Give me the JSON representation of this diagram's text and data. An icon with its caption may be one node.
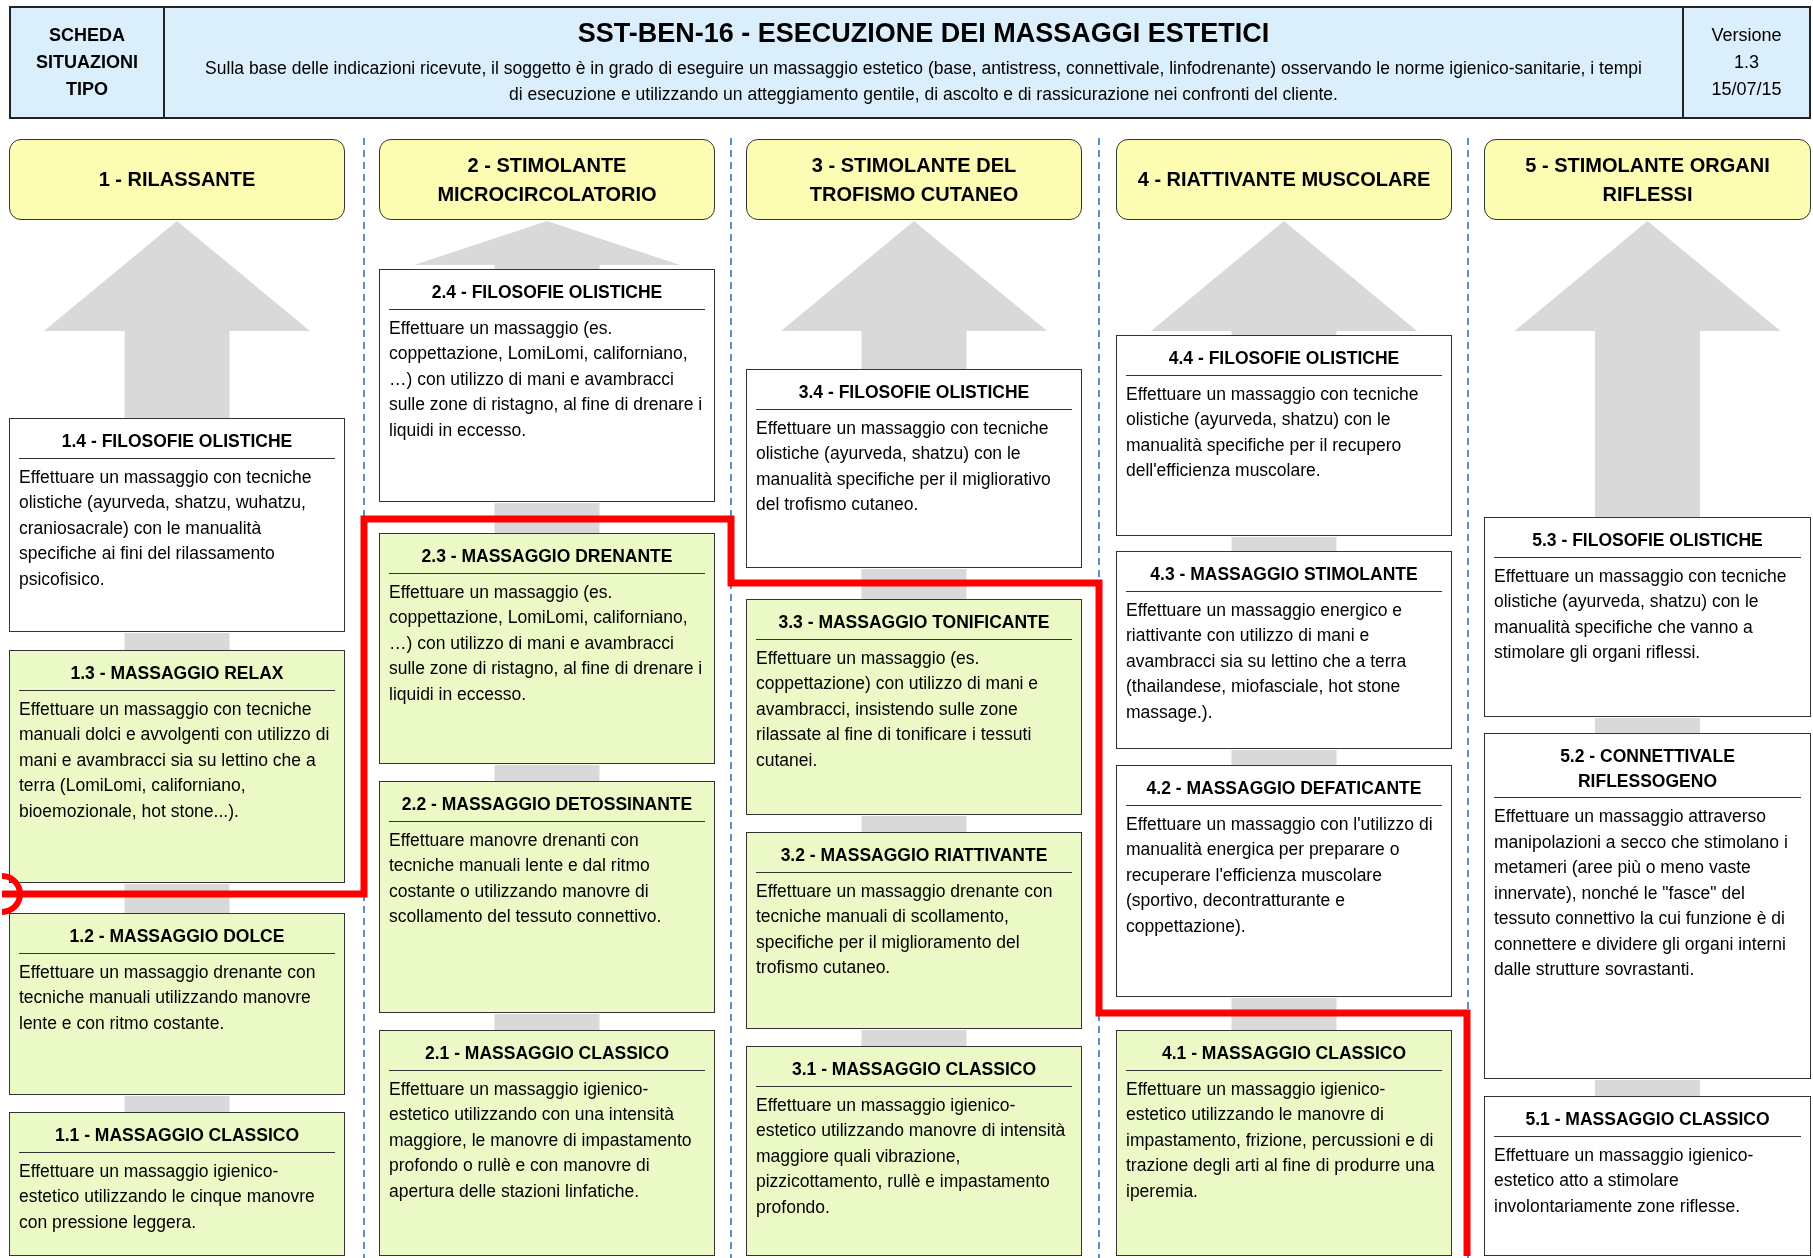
{
  "diagram": {
    "title": "SST-BEN-16  -  ESECUZIONE DEI MASSAGGI ESTETICI",
    "caption": "Sulla base delle indicazioni ricevute, il soggetto è in grado di eseguire un massaggio estetico (base, antistress, connettivale, linfodrenante) osservando le norme igienico-sanitarie, i tempi di esecuzione e utilizzando un atteggiamento gentile, di ascolto e di rassicurazione nei confronti del cliente.",
    "nodes": [
      {
        "text": [
          "1 - RILASSANTE"
        ]
      },
      {
        "text": [
          "1.4 - FILOSOFIE OLISTICHE",
          "Effettuare un massaggio con tecniche olistiche (ayurveda, shatzu, wuhatzu, craniosacrale) con le manualità specifiche ai fini del rilassamento psicofisico."
        ]
      },
      {
        "text": [
          "1.3 - MASSAGGIO RELAX",
          "Effettuare un massaggio con tecniche manuali dolci e avvolgenti con utilizzo di mani e avambracci sia su lettino che a terra (LomiLomi, californiano, bioemozionale, hot stone...)."
        ]
      },
      {
        "text": [
          "1.2 - MASSAGGIO DOLCE",
          "Effettuare un massaggio drenante con tecniche manuali utilizzando manovre lente e con ritmo costante."
        ]
      },
      {
        "text": [
          "1.1 - MASSAGGIO CLASSICO",
          "Effettuare un massaggio igienico-estetico utilizzando le cinque manovre con pressione leggera."
        ]
      },
      {
        "text": [
          "2 - STIMOLANTE MICROCIRCOLATORIO"
        ]
      },
      {
        "text": [
          "2.4 - FILOSOFIE OLISTICHE",
          "Effettuare un massaggio (es. coppettazione, LomiLomi, californiano, …) con utilizzo di mani e avambracci sulle zone di ristagno, al fine di drenare i liquidi in eccesso."
        ]
      },
      {
        "text": [
          "2.3 - MASSAGGIO DRENANTE",
          "Effettuare un massaggio (es. coppettazione, LomiLomi, californiano, …) con utilizzo di mani e avambracci sulle zone di ristagno, al fine di drenare i liquidi in eccesso."
        ]
      },
      {
        "text": [
          "2.2 - MASSAGGIO DETOSSINANTE",
          "Effettuare manovre drenanti con tecniche manuali lente e dal ritmo costante o utilizzando manovre di scollamento del tessuto connettivo."
        ]
      },
      {
        "text": [
          "2.1 - MASSAGGIO CLASSICO",
          "Effettuare un massaggio igienico-estetico utilizzando con una intensità maggiore, le manovre di impastamento profondo o rullè e con manovre di apertura delle stazioni linfatiche."
        ]
      },
      {
        "text": [
          "3 - STIMOLANTE DEL TROFISMO CUTANEO"
        ]
      },
      {
        "text": [
          "3.4 - FILOSOFIE OLISTICHE",
          "Effettuare un massaggio con tecniche olistiche (ayurveda, shatzu) con le manualità specifiche per il migliorativo del trofismo cutaneo."
        ]
      },
      {
        "text": [
          "3.3 - MASSAGGIO TONIFICANTE",
          "Effettuare un massaggio (es. coppettazione) con utilizzo di mani e avambracci, insistendo sulle zone rilassate al fine di tonificare i tessuti cutanei."
        ]
      },
      {
        "text": [
          "3.2 - MASSAGGIO RIATTIVANTE",
          "Effettuare un massaggio drenante con tecniche manuali di scollamento, specifiche per il miglioramento del trofismo cutaneo."
        ]
      },
      {
        "text": [
          "3.1 - MASSAGGIO CLASSICO",
          "Effettuare un massaggio igienico-estetico utilizzando manovre di intensità maggiore quali vibrazione, pizzicottamento, rullè e impastamento profondo."
        ]
      },
      {
        "text": [
          "4 - RIATTIVANTE MUSCOLARE"
        ]
      },
      {
        "text": [
          "4.4 - FILOSOFIE OLISTICHE",
          "Effettuare un massaggio con tecniche olistiche (ayurveda, shatzu) con le manualità specifiche per il recupero dell'efficienza muscolare."
        ]
      },
      {
        "text": [
          "4.3 - MASSAGGIO STIMOLANTE",
          "Effettuare un massaggio energico e riattivante con utilizzo di mani e avambracci sia su lettino che a terra (thailandese, miofasciale, hot stone massage.)."
        ]
      },
      {
        "text": [
          "4.2 - MASSAGGIO DEFATICANTE",
          "Effettuare un massaggio con l'utilizzo di manualità energica per preparare o recuperare l'efficienza muscolare (sportivo, decontratturante e coppettazione)."
        ]
      },
      {
        "text": [
          "4.1 - MASSAGGIO CLASSICO",
          "Effettuare un massaggio igienico-estetico utilizzando le manovre di impastamento, frizione, percussioni e di trazione degli arti al fine di produrre una iperemia."
        ]
      },
      {
        "text": [
          "5 - STIMOLANTE ORGANI RIFLESSI"
        ]
      },
      {
        "text": [
          "5.3 - FILOSOFIE OLISTICHE",
          "Effettuare un massaggio con tecniche olistiche (ayurveda, shatzu) con le manualità specifiche che vanno a stimolare gli organi riflessi."
        ]
      },
      {
        "text": [
          "5.2 - CONNETTIVALE RIFLESSOGENO",
          "Effettuare un massaggio attraverso manipolazioni a secco che stimolano i metameri (aree più o meno vaste innervate), nonché le \"fasce\" del tessuto connettivo la cui funzione è di connettere e dividere gli organi interni dalle strutture sovrastanti."
        ]
      },
      {
        "text": [
          "5.1 - MASSAGGIO CLASSICO",
          "Effettuare un massaggio igienico-estetico atto a stimolare involontariamente zone riflesse."
        ]
      }
    ],
    "edges": [
      {
        "from": 4,
        "to": 3,
        "arrow": "none"
      },
      {
        "from": 3,
        "to": 2,
        "arrow": "none"
      },
      {
        "from": 2,
        "to": 1,
        "arrow": "none"
      },
      {
        "from": 1,
        "to": 0,
        "arrow": "to"
      },
      {
        "from": 9,
        "to": 8,
        "arrow": "none"
      },
      {
        "from": 8,
        "to": 7,
        "arrow": "none"
      },
      {
        "from": 7,
        "to": 6,
        "arrow": "none"
      },
      {
        "from": 6,
        "to": 5,
        "arrow": "to"
      },
      {
        "from": 14,
        "to": 13,
        "arrow": "none"
      },
      {
        "from": 13,
        "to": 12,
        "arrow": "none"
      },
      {
        "from": 12,
        "to": 11,
        "arrow": "none"
      },
      {
        "from": 11,
        "to": 10,
        "arrow": "to"
      },
      {
        "from": 19,
        "to": 18,
        "arrow": "none"
      },
      {
        "from": 18,
        "to": 17,
        "arrow": "none"
      },
      {
        "from": 17,
        "to": 16,
        "arrow": "none"
      },
      {
        "from": 16,
        "to": 15,
        "arrow": "to"
      },
      {
        "from": 23,
        "to": 22,
        "arrow": "none"
      },
      {
        "from": 22,
        "to": 21,
        "arrow": "none"
      },
      {
        "from": 21,
        "to": 20,
        "arrow": "to"
      }
    ],
    "labels": [
      "SCHEDA SITUAZIONI TIPO",
      "Versione",
      "1.3",
      "15/07/15"
    ]
  }
}
